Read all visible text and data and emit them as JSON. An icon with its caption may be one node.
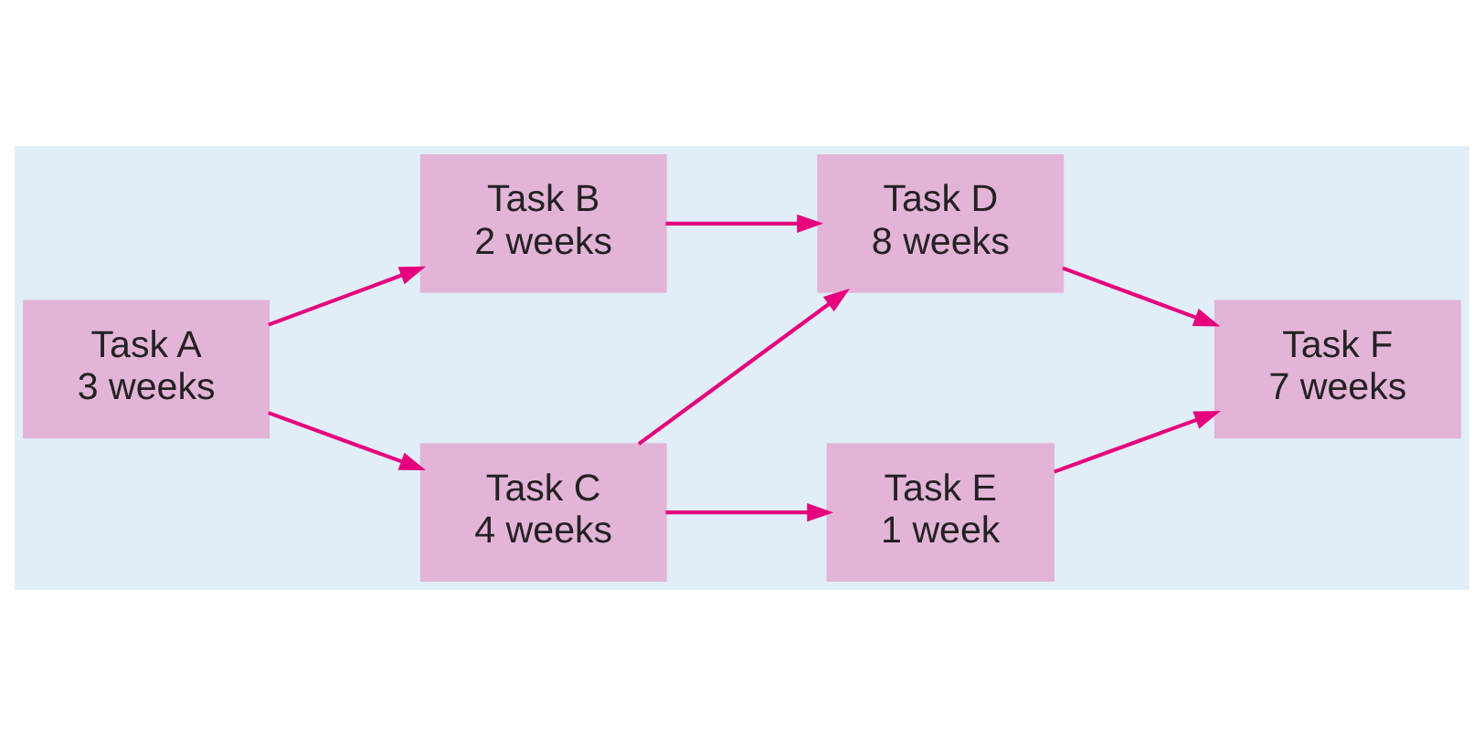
{
  "diagram": {
    "nodes": [
      {
        "text": [
          "Task A",
          "3 weeks"
        ]
      },
      {
        "text": [
          "Task B",
          "2 weeks"
        ]
      },
      {
        "text": [
          "Task C",
          "4 weeks"
        ]
      },
      {
        "text": [
          "Task D",
          "8 weeks"
        ]
      },
      {
        "text": [
          "Task E",
          "1 week"
        ]
      },
      {
        "text": [
          "Task F",
          "7 weeks"
        ]
      }
    ],
    "edges": [
      {
        "from": 0,
        "to": 1,
        "arrow": "to"
      },
      {
        "from": 0,
        "to": 2,
        "arrow": "to"
      },
      {
        "from": 1,
        "to": 3,
        "arrow": "to"
      },
      {
        "from": 2,
        "to": 3,
        "arrow": "to"
      },
      {
        "from": 2,
        "to": 4,
        "arrow": "to"
      },
      {
        "from": 3,
        "to": 5,
        "arrow": "to"
      },
      {
        "from": 4,
        "to": 5,
        "arrow": "to"
      }
    ]
  }
}
